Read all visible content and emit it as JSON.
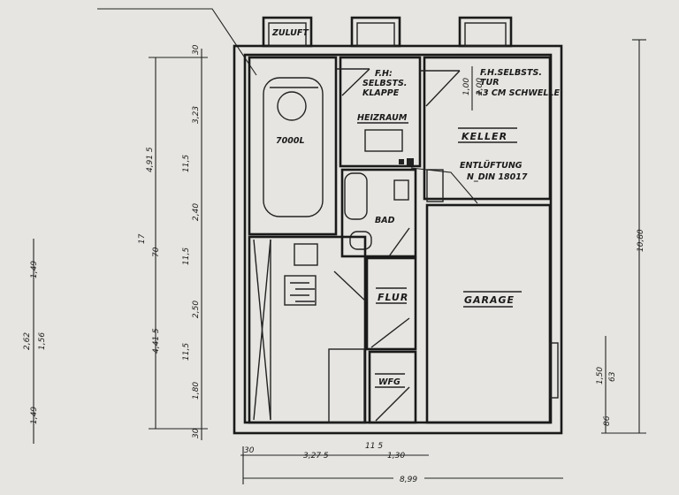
{
  "rooms": {
    "zuluft": "ZULUFT",
    "tank": "7000L",
    "heizraum_note_1": "F.H:",
    "heizraum_note_2": "SELBSTS.",
    "heizraum_note_3": "KLAPPE",
    "heizraum": "HEIZRAUM",
    "keller_note_1": "F.H.SELBSTS.",
    "keller_note_2": "TUR",
    "keller_note_3": "+3 CM SCHWELLE",
    "keller_door_dim_1": "1,00",
    "keller_door_dim_2": "2,00",
    "keller": "KELLER",
    "entlueftung_1": "ENTLÜFTUNG",
    "entlueftung_2": "N_DIN 18017",
    "bad": "BAD",
    "flur": "FLUR",
    "wfg": "WFG",
    "garage": "GARAGE"
  },
  "dimensions": {
    "left_inner": [
      "30",
      "3,23",
      "11,5",
      "2,40",
      "11,5",
      "2,50",
      "11,5",
      "1,80",
      "30"
    ],
    "left_middle": [
      "4,91 5",
      "17",
      "70",
      "4,41 5"
    ],
    "left_outer": [
      "1,49",
      "2,62",
      "1,56",
      "1,49"
    ],
    "bottom_row": [
      "30",
      "3,27 5",
      "11 5",
      "1,30"
    ],
    "bottom_total": "8,99",
    "right_total": "10,80",
    "right_small": [
      "1,50",
      "63",
      "86"
    ]
  }
}
